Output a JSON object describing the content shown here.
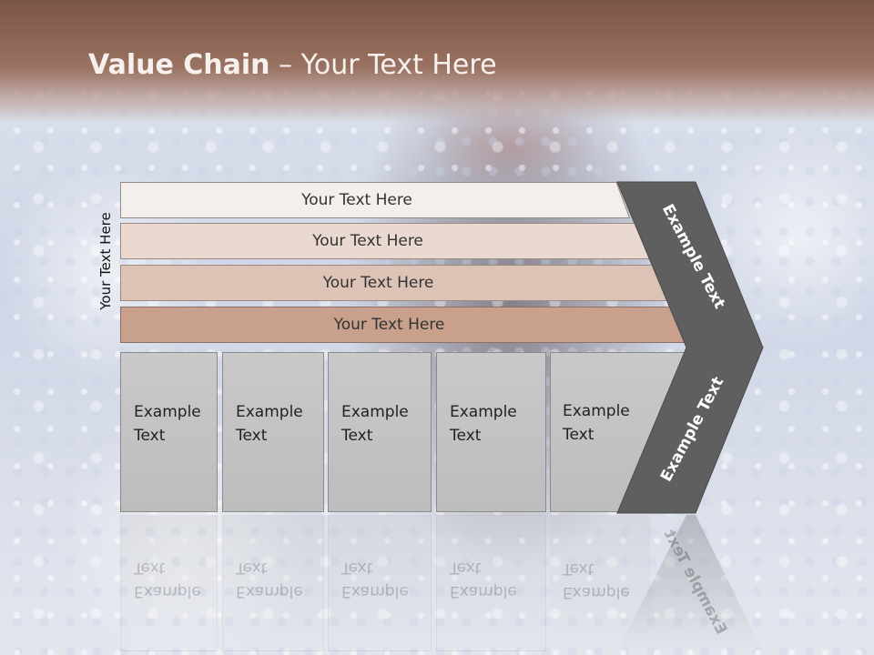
{
  "title": {
    "bold": "Value Chain",
    "rest": " – Your Text Here"
  },
  "side_label": "Your Text Here",
  "rows": [
    {
      "label": "Your Text Here",
      "color": "#f3efec"
    },
    {
      "label": "Your Text Here",
      "color": "#ead9d0"
    },
    {
      "label": "Your Text Here",
      "color": "#dcc3b6"
    },
    {
      "label": "Your Text Here",
      "color": "#c8a08c"
    }
  ],
  "boxes": [
    {
      "line1": "Example",
      "line2": "Text"
    },
    {
      "line1": "Example",
      "line2": "Text"
    },
    {
      "line1": "Example",
      "line2": "Text"
    },
    {
      "line1": "Example",
      "line2": "Text"
    },
    {
      "line1": "Example",
      "line2": "Text"
    }
  ],
  "chevron": {
    "upper": "Example Text",
    "lower": "Example Text",
    "color": "#5f5f5f"
  }
}
